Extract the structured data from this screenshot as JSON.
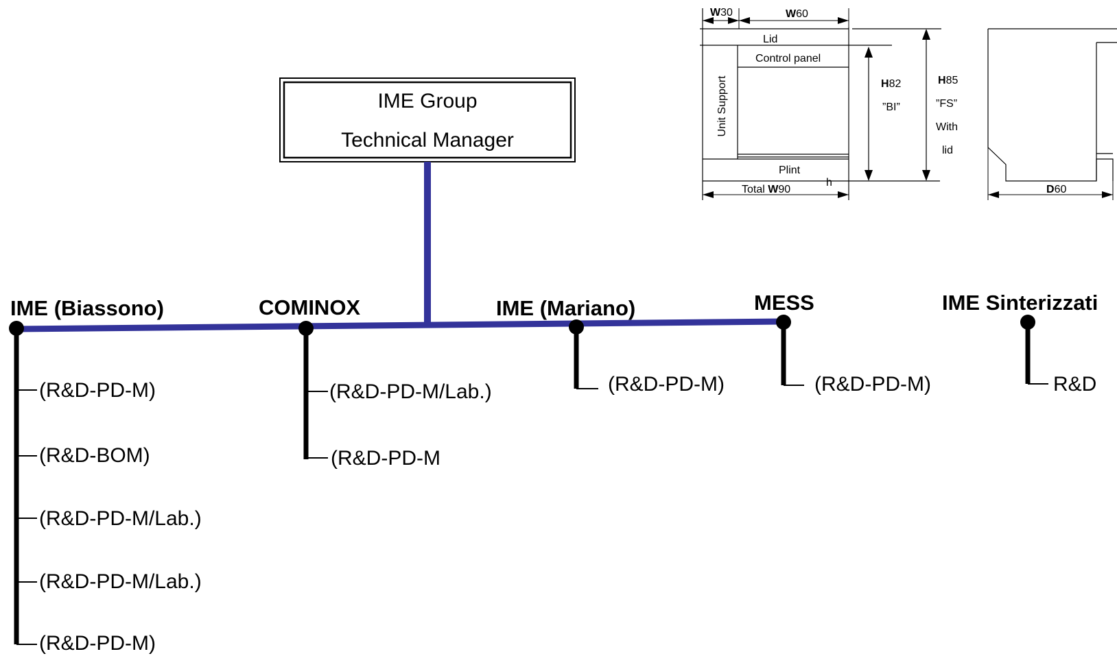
{
  "manager_box": {
    "line1": "IME Group",
    "line2": "Technical Manager"
  },
  "colors": {
    "main_line": "#33339a",
    "branch_line": "#000000"
  },
  "branches": [
    {
      "name": "IME (Biassono)",
      "subitems": [
        "(R&D-PD-M)",
        "(R&D-BOM)",
        "(R&D-PD-M/Lab.)",
        "(R&D-PD-M/Lab.)",
        "(R&D-PD-M)"
      ]
    },
    {
      "name": "COMINOX",
      "subitems": [
        "(R&D-PD-M/Lab.)",
        "(R&D-PD-M"
      ]
    },
    {
      "name": "IME (Mariano)",
      "subitems": [
        "(R&D-PD-M)"
      ]
    },
    {
      "name": "MESS",
      "subitems": [
        "(R&D-PD-M)"
      ]
    },
    {
      "name": "IME Sinterizzati",
      "subitems": [
        "R&D"
      ]
    }
  ],
  "drawing": {
    "w30_bold": "W",
    "w30_val": "30",
    "w60_bold": "W",
    "w60_val": "60",
    "lid": "Lid",
    "control_panel": "Control panel",
    "unit_support": "Unit Support",
    "plint": "Plint",
    "total_w90_pre": "Total ",
    "total_w90_bold": "W",
    "total_w90_val": "90",
    "h_small": "h",
    "h82_bold": "H",
    "h82_val": "82",
    "bi": "”BI”",
    "h85_bold": "H",
    "h85_val": "85",
    "fs": "”FS”",
    "with": "With",
    "lid2": "lid",
    "d60_bold": "D",
    "d60_val": "60"
  }
}
